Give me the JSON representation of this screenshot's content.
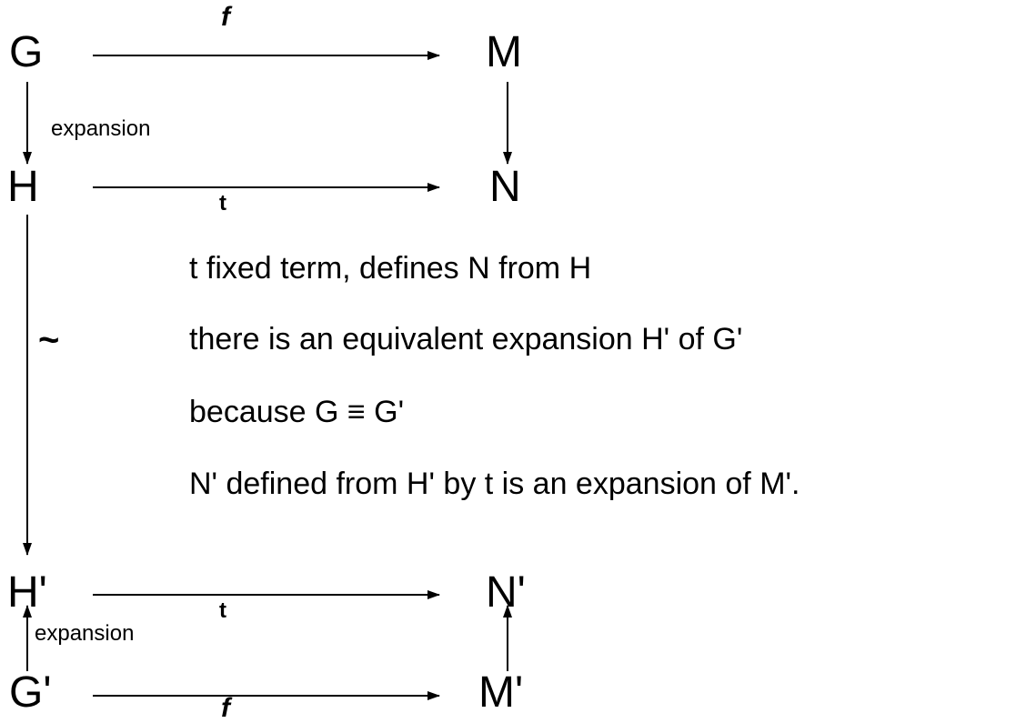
{
  "nodes": {
    "G": "G",
    "M": "M",
    "H": "H",
    "N": "N",
    "H_prime": "H'",
    "N_prime": "N'",
    "G_prime": "G'",
    "M_prime": "M'"
  },
  "arrow_labels": {
    "f_top": "f",
    "t_upper": "t",
    "t_lower": "t",
    "f_bottom": "f",
    "expansion_upper": "expansion",
    "expansion_lower": "expansion",
    "equivalence": "~"
  },
  "notes": [
    "t fixed term, defines  N from H",
    "there is  an equivalent expansion  H'  of G'",
    "because  G ≡ G'",
    "N'  defined  from  H'  by t  is an expansion of M'."
  ],
  "colors": {
    "ink": "#000000",
    "background": "#ffffff"
  }
}
